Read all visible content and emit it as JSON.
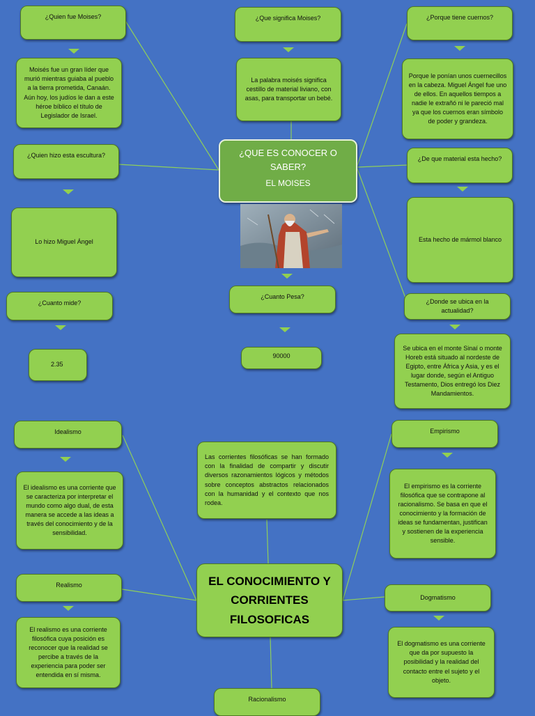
{
  "center_top": {
    "title": "¿QUE ES CONOCER O SABER?",
    "subtitle": "EL MOISES"
  },
  "center_bottom": {
    "title": "EL CONOCIMIENTO Y CORRIENTES FILOSOFICAS"
  },
  "moises": {
    "quien_fue_q": "¿Quien fue Moises?",
    "quien_fue_a": "Moisés fue un gran líder que murió mientras guiaba al pueblo a la tierra prometida, Canaán. Aún hoy, los judíos le dan a este héroe bíblico el título de Legislador de Israel.",
    "significa_q": "¿Que significa Moises?",
    "significa_a": "La palabra moisés significa cestillo de material liviano, con asas, para transportar un bebé.",
    "cuernos_q": "¿Porque tiene cuernos?",
    "cuernos_a": "Porque le ponían unos cuernecillos en la cabeza. Miguel Ángel fue uno de ellos. En aquellos tiempos a nadie le extrañó ni le pareció mal ya que los cuernos eran símbolo de poder y grandeza.",
    "escultura_q": "¿Quien hizo esta escultura?",
    "escultura_a": "Lo hizo Miguel Ángel",
    "material_q": "¿De que material esta hecho?",
    "material_a": "Esta hecho de mármol blanco",
    "mide_q": "¿Cuanto mide?",
    "mide_a": "2.35",
    "pesa_q": "¿Cuanto Pesa?",
    "pesa_a": "90000",
    "ubica_q": "¿Donde se ubica en la actualidad?",
    "ubica_a": "Se ubica en el monte Sinaí o monte Horeb está situado al nordeste de Egipto, entre África y Asia, y es el lugar donde, según el Antiguo Testamento, Dios entregó los Diez Mandamientos."
  },
  "corrientes": {
    "intro": "Las corrientes filosóficas se han formado con la finalidad de compartir y discutir diversos razonamientos lógicos y métodos sobre conceptos abstractos relacionados con la humanidad y el contexto que nos rodea.",
    "idealismo_label": "Idealismo",
    "idealismo_desc": "El idealismo es una corriente que se caracteriza por interpretar el mundo como algo dual, de esta manera se accede a las ideas a través del conocimiento y de la sensibilidad.",
    "realismo_label": "Realismo",
    "realismo_desc": "El realismo es una corriente filosófica cuya posición es reconocer que la realidad se percibe a través de la experiencia para poder ser entendida en sí misma.",
    "empirismo_label": "Empirismo",
    "empirismo_desc": "El empirismo es la corriente filosófica que se contrapone al racionalismo. Se basa en que el conocimiento y la formación de ideas se fundamentan, justifican y sostienen de la experiencia sensible.",
    "dogmatismo_label": "Dogmatismo",
    "dogmatismo_desc": "El dogmatismo es una corriente que da por supuesto la posibilidad y la realidad del contacto entre el sujeto y el objeto.",
    "racionalismo_label": "Racionalismo"
  },
  "colors": {
    "background": "#4472c4",
    "box": "#92d050",
    "center": "#70ad47",
    "line": "#7fba4a"
  }
}
